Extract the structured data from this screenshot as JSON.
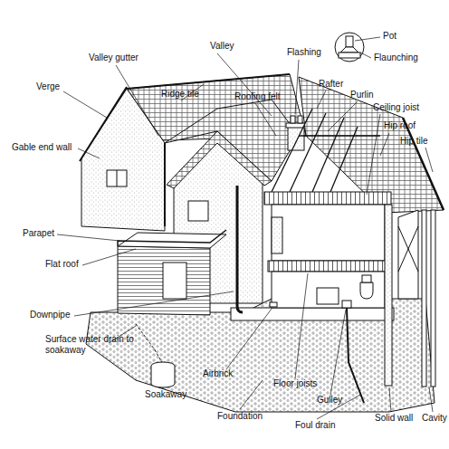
{
  "diagram": {
    "labels": [
      "Pot",
      "Flaunching",
      "Flashing",
      "Valley",
      "Valley gutter",
      "Ridge tile",
      "Roofing felt",
      "Rafter",
      "Purlin",
      "Ceiling joist",
      "Hip roof",
      "Hip tile",
      "Verge",
      "Gable end wall",
      "Parapet",
      "Flat roof",
      "Downpipe",
      "Surface water drain to soakaway",
      "Soakaway",
      "Airbrick",
      "Foundation",
      "Floor joists",
      "Gulley",
      "Foul drain",
      "Solid wall",
      "Cavity"
    ]
  }
}
